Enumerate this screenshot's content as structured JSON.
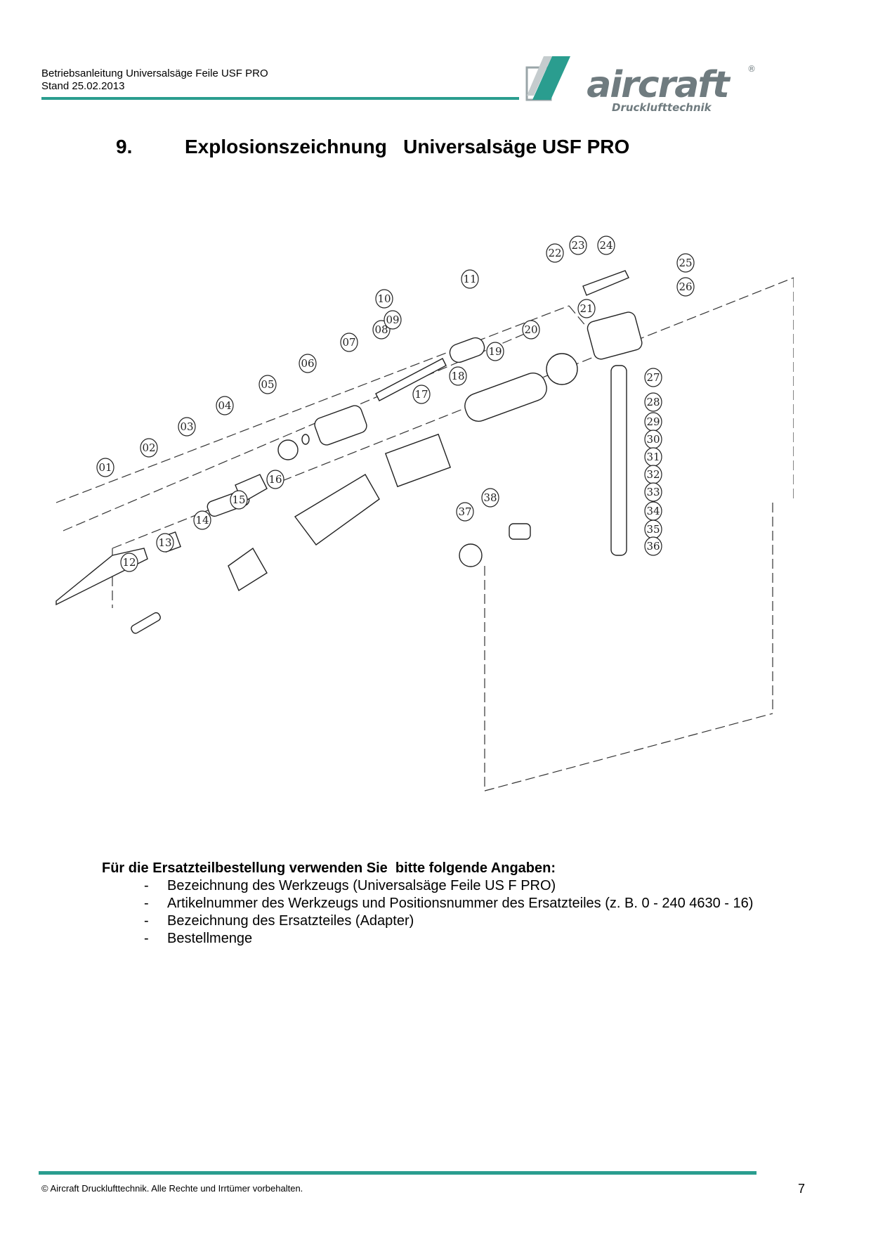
{
  "header": {
    "doc_title": "Betriebsanleitung Universalsäge Feile USF  PRO",
    "date_line": "Stand 25.02.2013",
    "logo_word": "aircraft",
    "logo_sub": "Drucklufttechnik",
    "logo_reg": "®",
    "accent_color": "#2a9d8f"
  },
  "section": {
    "number": "9.",
    "title": "Explosionszeichnung   Universalsäge USF PRO"
  },
  "diagram": {
    "labels": [
      "01",
      "02",
      "03",
      "04",
      "05",
      "06",
      "07",
      "08",
      "09",
      "10",
      "11",
      "12",
      "13",
      "14",
      "15",
      "16",
      "17",
      "18",
      "19",
      "20",
      "21",
      "22",
      "23",
      "24",
      "25",
      "26",
      "27",
      "28",
      "29",
      "30",
      "31",
      "32",
      "33",
      "34",
      "35",
      "36",
      "37",
      "38"
    ]
  },
  "instructions": {
    "heading": "Für die Ersatzteilbestellung verwenden Sie  bitte folgende Angaben:",
    "items": [
      {
        "dash": "-",
        "text": "Bezeichnung des Werkzeugs (Universalsäge Feile US F PRO)"
      },
      {
        "dash": "-",
        "text": "Artikelnummer des Werkzeugs und Positionsnummer des Ersatzteiles (z. B. 0 - 240 4630 - 16)"
      },
      {
        "dash": "-",
        "text": "Bezeichnung des Ersatzteiles (Adapter)"
      },
      {
        "dash": "-",
        "text": "Bestellmenge"
      }
    ]
  },
  "footer": {
    "copyright": "© Aircraft Drucklufttechnik. Alle Rechte und Irrtümer vorbehalten.",
    "page_number": "7"
  }
}
